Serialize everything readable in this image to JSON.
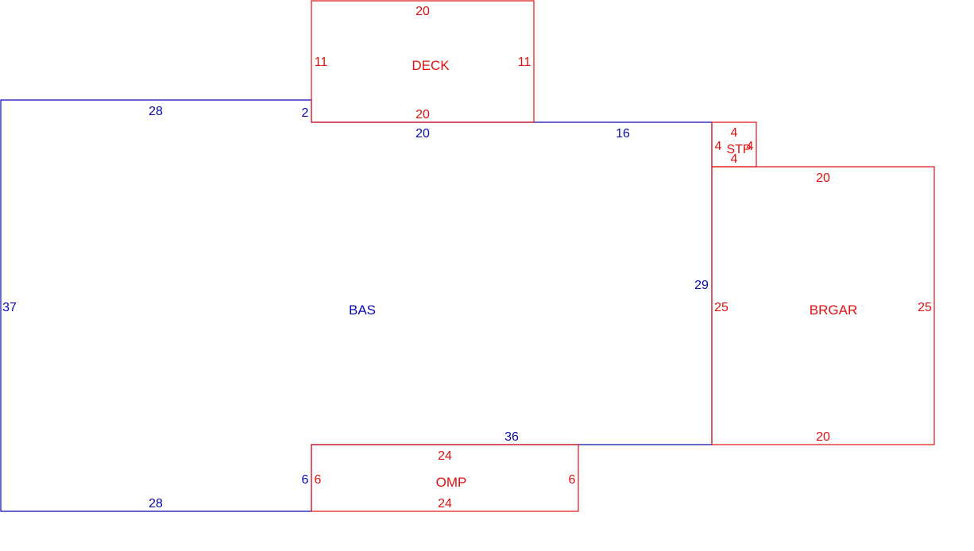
{
  "colors": {
    "blue": "#0a0ab0",
    "red": "#e01010"
  },
  "areas": {
    "bas": {
      "label": "BAS",
      "dims": {
        "top_left": "28",
        "step": "2",
        "top_middle": "20",
        "top_right": "16",
        "right": "29",
        "bottom_right": "36",
        "lower_step": "6",
        "bottom_left": "28",
        "left": "37"
      }
    },
    "deck": {
      "label": "DECK",
      "dims": {
        "top": "20",
        "left": "11",
        "right": "11",
        "bottom": "20"
      }
    },
    "stp": {
      "label": "STP",
      "dims": {
        "top": "4",
        "left": "4",
        "right": "4",
        "bottom": "4"
      }
    },
    "brgar": {
      "label": "BRGAR",
      "dims": {
        "top": "20",
        "left": "25",
        "right": "25",
        "bottom": "20"
      }
    },
    "omp": {
      "label": "OMP",
      "dims": {
        "top": "24",
        "left": "6",
        "right": "6",
        "bottom": "24"
      }
    }
  }
}
